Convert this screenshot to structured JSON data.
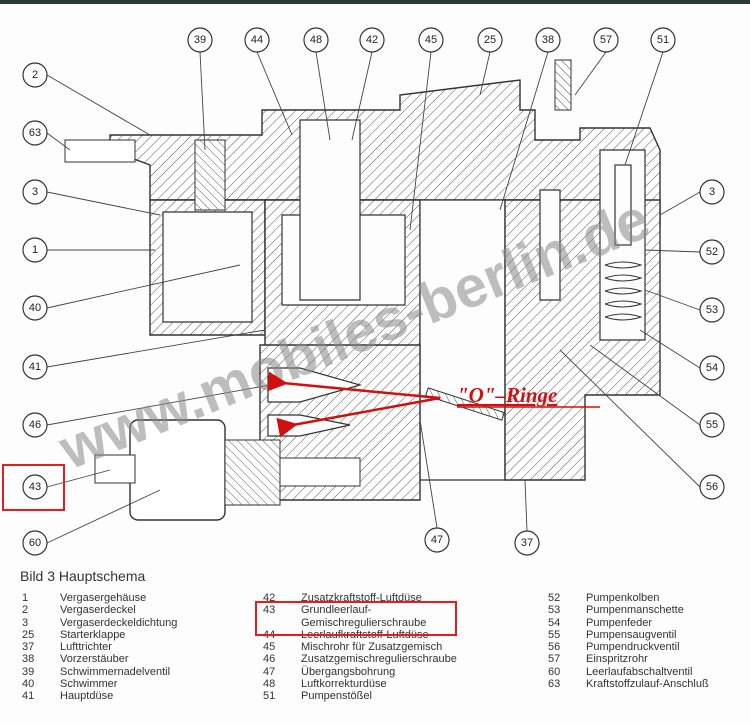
{
  "diagram": {
    "callouts": {
      "c39": "39",
      "c44": "44",
      "c48": "48",
      "c42": "42",
      "c45": "45",
      "c25": "25",
      "c38": "38",
      "c57": "57",
      "c51": "51",
      "c2": "2",
      "c63": "63",
      "c3l": "3",
      "c1": "1",
      "c40": "40",
      "c41": "41",
      "c46": "46",
      "c43": "43",
      "c60": "60",
      "c3r": "3",
      "c52": "52",
      "c53": "53",
      "c54": "54",
      "c55": "55",
      "c56": "56",
      "c47": "47",
      "c37": "37"
    },
    "annotation": "\"O\"–Ringe",
    "watermark": "www.mobiles-berlin.de",
    "colors": {
      "highlight": "#e02020",
      "annotation": "#d01010"
    }
  },
  "legend": {
    "title": "Bild 3  Hauptschema",
    "col1": [
      {
        "num": "1",
        "name": "Vergasergehäuse"
      },
      {
        "num": "2",
        "name": "Vergaserdeckel"
      },
      {
        "num": "3",
        "name": "Vergaserdeckeldichtung"
      },
      {
        "num": "25",
        "name": "Starterklappe"
      },
      {
        "num": "37",
        "name": "Lufttrichter"
      },
      {
        "num": "38",
        "name": "Vorzerstäuber"
      },
      {
        "num": "39",
        "name": "Schwimmernadelventil"
      },
      {
        "num": "40",
        "name": "Schwimmer"
      },
      {
        "num": "41",
        "name": "Hauptdüse"
      }
    ],
    "col2": [
      {
        "num": "42",
        "name": "Zusatzkraftstoff-Luftdüse"
      },
      {
        "num": "43",
        "name": "Grundleerlauf-"
      },
      {
        "num": "",
        "name": "Gemischregulierschraube"
      },
      {
        "num": "44",
        "name": "Leerlaufkraftstoff-Luftdüse"
      },
      {
        "num": "45",
        "name": "Mischrohr für Zusatzgemisch"
      },
      {
        "num": "46",
        "name": "Zusatzgemischregulierschraube"
      },
      {
        "num": "47",
        "name": "Übergangsbohrung"
      },
      {
        "num": "48",
        "name": "Luftkorrekturdüse"
      },
      {
        "num": "51",
        "name": "Pumpenstößel"
      }
    ],
    "col3": [
      {
        "num": "52",
        "name": "Pumpenkolben"
      },
      {
        "num": "53",
        "name": "Pumpenmanschette"
      },
      {
        "num": "54",
        "name": "Pumpenfeder"
      },
      {
        "num": "55",
        "name": "Pumpensaugventil"
      },
      {
        "num": "56",
        "name": "Pumpendruckventil"
      },
      {
        "num": "57",
        "name": "Einspritzrohr"
      },
      {
        "num": "60",
        "name": "Leerlaufabschaltventil"
      },
      {
        "num": "63",
        "name": "Kraftstoffzulauf-Anschluß"
      }
    ]
  }
}
